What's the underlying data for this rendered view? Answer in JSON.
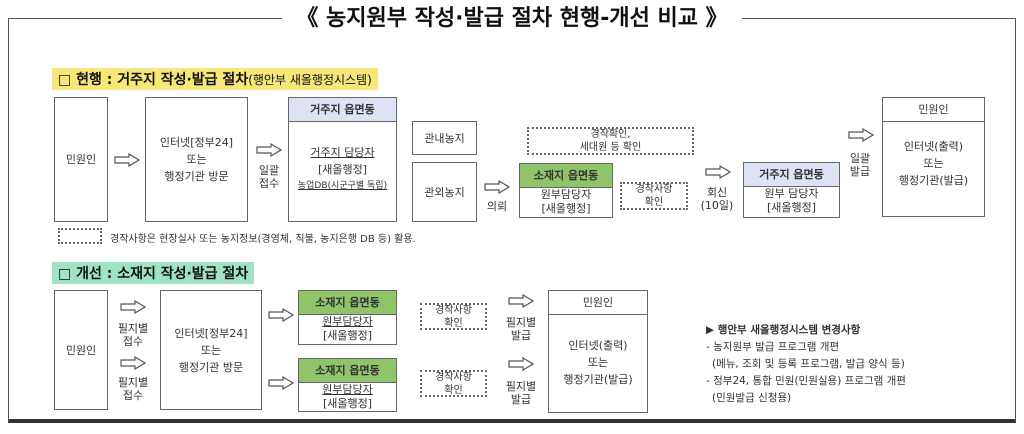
{
  "title": "《 농지원부 작성·발급 절차 현행-개선 비교 》",
  "current": {
    "header": "□ 현행 : 거주지 작성·발급 절차",
    "header_sub": "(행안부 새올행정시스템)",
    "applicant": "민원인",
    "channel": [
      "인터넷[정부24]",
      "또는",
      "행정기관 방문"
    ],
    "recv_label": [
      "일괄",
      "접수"
    ],
    "residence_office": {
      "header": "거주지 읍면동",
      "lines": [
        "거주지 담당자",
        "[새올행정]",
        "농업DB(시군구별 독립)"
      ]
    },
    "in_area": "관내농지",
    "out_area": "관외농지",
    "request_label": "의뢰",
    "check_note": [
      "경작확인,",
      "세대원 등 확인"
    ],
    "location_office": {
      "header": "소재지 읍면동",
      "lines": [
        "원부담당자",
        "[새올행정]"
      ]
    },
    "farm_check": [
      "경작사항",
      "확인"
    ],
    "reply_label": [
      "회신",
      "(10일)"
    ],
    "residence_office2": {
      "header": "거주지 읍면동",
      "lines": [
        "원부 담당자",
        "[새올행정]"
      ]
    },
    "issue_label": [
      "일괄",
      "발급"
    ],
    "result": {
      "header": "민원인",
      "lines": [
        "인터넷(출력)",
        "또는",
        "행정기관(발급)"
      ]
    },
    "legend": "경작사항은 현장실사 또는 농지정보(경영체, 직불, 농지은행 DB 등) 활용."
  },
  "improved": {
    "header": "□ 개선 : 소재지 작성·발급 절차",
    "applicant": "민원인",
    "recv_label": [
      "필지별",
      "접수"
    ],
    "channel": [
      "인터넷[정부24]",
      "또는",
      "행정기관 방문"
    ],
    "location_office": {
      "header": "소재지 읍면동",
      "lines": [
        "원부담당자",
        "[새올행정]"
      ]
    },
    "farm_check": [
      "경작사항",
      "확인"
    ],
    "issue_label": [
      "필지별",
      "발급"
    ],
    "result": {
      "header": "민원인",
      "lines": [
        "인터넷(출력)",
        "또는",
        "행정기관(발급)"
      ]
    },
    "notes": [
      "▶ 행안부 새올행정시스템 변경사항",
      "- 농지원부 발급 프로그램 개편",
      "(메뉴, 조회 및 등록 프로그램, 발급 양식 등)",
      "- 정부24, 통합 민원(민원실용) 프로그램 개편",
      "(민원발급 신청용)"
    ]
  },
  "colors": {
    "blue_header": "#dde3f5",
    "green_header": "#8fc46a",
    "yellow_highlight": "#f7e77a",
    "green_highlight": "#9fe3c4"
  }
}
